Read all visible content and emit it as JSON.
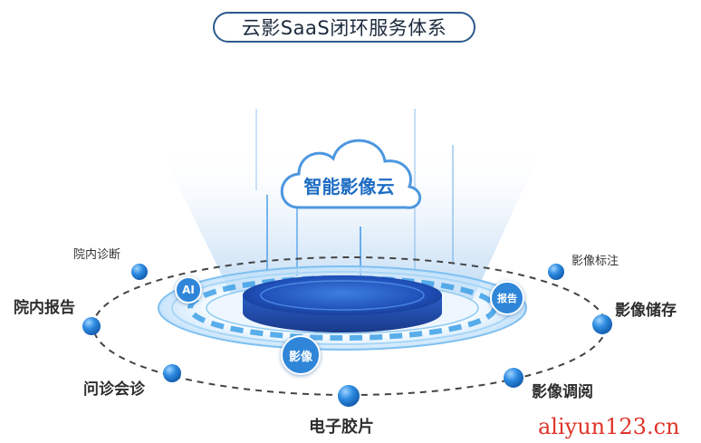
{
  "title": "云影SaaS闭环服务体系",
  "cloud_label": "智能影像云",
  "ring_badges": {
    "ai": "AI",
    "report": "报告",
    "image": "影像"
  },
  "nodes": {
    "hospital_diagnosis": "院内诊断",
    "hospital_report": "院内报告",
    "consultation": "问诊会诊",
    "electronic_film": "电子胶片",
    "image_review": "影像调阅",
    "image_storage": "影像储存",
    "image_annotation": "影像标注"
  },
  "watermark": "aliyun123.cn",
  "colors": {
    "accent": "#2f86d8",
    "title_border": "#2b5a8c",
    "cloud_text": "#1c6cc4"
  }
}
